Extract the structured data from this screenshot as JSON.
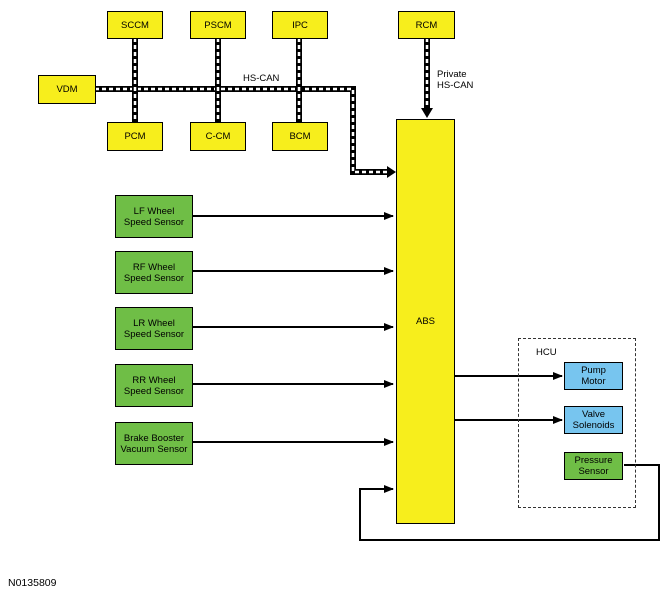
{
  "network": {
    "hs_can_label": "HS-CAN",
    "private_can_label": "Private\nHS-CAN"
  },
  "modules": {
    "sccm": "SCCM",
    "pscm": "PSCM",
    "ipc": "IPC",
    "rcm": "RCM",
    "vdm": "VDM",
    "pcm": "PCM",
    "ccm": "C-CM",
    "bcm": "BCM",
    "abs": "ABS"
  },
  "sensors": {
    "lf": "LF Wheel\nSpeed Sensor",
    "rf": "RF Wheel\nSpeed Sensor",
    "lr": "LR Wheel\nSpeed Sensor",
    "rr": "RR Wheel\nSpeed Sensor",
    "booster": "Brake Booster\nVacuum Sensor"
  },
  "hcu": {
    "title": "HCU",
    "pump": "Pump\nMotor",
    "valve": "Valve\nSolenoids",
    "pressure": "Pressure\nSensor"
  },
  "figure_id": "N0135809",
  "colors": {
    "module_yellow": "#f7ee1c",
    "sensor_green": "#6fbe46",
    "actuator_blue": "#77c5ef"
  }
}
